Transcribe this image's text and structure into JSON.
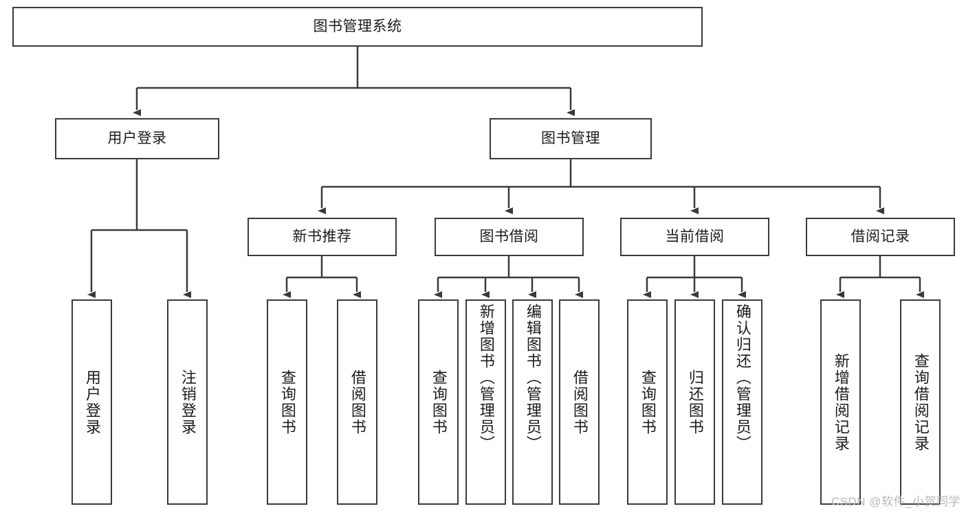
{
  "diagram": {
    "type": "hierarchy-tree",
    "title": "图书管理系统",
    "stroke_color": "#3a3a3a",
    "background_color": "#ffffff",
    "text_color": "#1b1b1b",
    "levels": {
      "level1": [
        {
          "id": "root",
          "label": "图书管理系统"
        }
      ],
      "level2": [
        {
          "id": "user-login",
          "label": "用户登录"
        },
        {
          "id": "book-management",
          "label": "图书管理"
        }
      ],
      "level3": [
        {
          "id": "new-book-recommend",
          "label": "新书推荐"
        },
        {
          "id": "book-borrow",
          "label": "图书借阅"
        },
        {
          "id": "current-borrow",
          "label": "当前借阅"
        },
        {
          "id": "borrow-record",
          "label": "借阅记录"
        }
      ],
      "level4": [
        {
          "id": "leaf-user-login",
          "label": "用户登录",
          "parent": "user-login"
        },
        {
          "id": "leaf-logout",
          "label": "注销登录",
          "parent": "user-login"
        },
        {
          "id": "leaf-query-book-1",
          "label": "查询图书",
          "parent": "new-book-recommend"
        },
        {
          "id": "leaf-borrow-book-1",
          "label": "借阅图书",
          "parent": "new-book-recommend"
        },
        {
          "id": "leaf-query-book-2",
          "label": "查询图书",
          "parent": "book-borrow"
        },
        {
          "id": "leaf-add-book",
          "label": "新增图书（管理员）",
          "parent": "book-borrow"
        },
        {
          "id": "leaf-edit-book",
          "label": "编辑图书（管理员）",
          "parent": "book-borrow"
        },
        {
          "id": "leaf-borrow-book-2",
          "label": "借阅图书",
          "parent": "book-borrow"
        },
        {
          "id": "leaf-query-book-3",
          "label": "查询图书",
          "parent": "current-borrow"
        },
        {
          "id": "leaf-return-book",
          "label": "归还图书",
          "parent": "current-borrow"
        },
        {
          "id": "leaf-confirm-return",
          "label": "确认归还（管理员）",
          "parent": "current-borrow"
        },
        {
          "id": "leaf-add-record",
          "label": "新增借阅记录",
          "parent": "borrow-record"
        },
        {
          "id": "leaf-query-record",
          "label": "查询借阅记录",
          "parent": "borrow-record"
        }
      ]
    }
  },
  "watermark": {
    "text": "CSDN @软件_小贺同学"
  }
}
